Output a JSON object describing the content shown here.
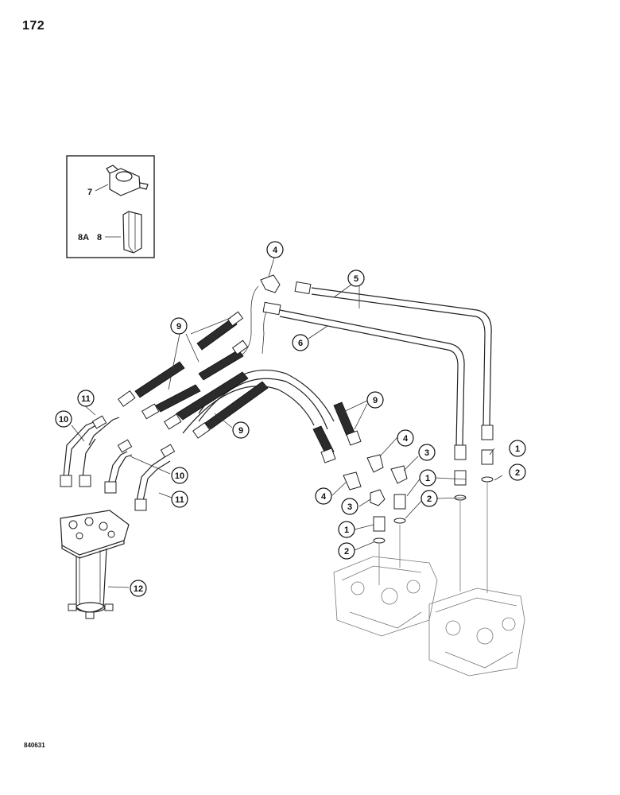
{
  "page": {
    "number": "172",
    "figure_code": "840631"
  },
  "inset": {
    "label_clamp": "7",
    "label_channel_alt": "8A",
    "label_channel": "8"
  },
  "callouts": {
    "c1a": "1",
    "c1b": "1",
    "c1c": "1",
    "c2a": "2",
    "c2b": "2",
    "c2c": "2",
    "c3a": "3",
    "c3b": "3",
    "c4a": "4",
    "c4b": "4",
    "c4c": "4",
    "c5": "5",
    "c6": "6",
    "c9a": "9",
    "c9b": "9",
    "c9c": "9",
    "c10a": "10",
    "c10b": "10",
    "c11a": "11",
    "c11b": "11",
    "c12": "12"
  }
}
